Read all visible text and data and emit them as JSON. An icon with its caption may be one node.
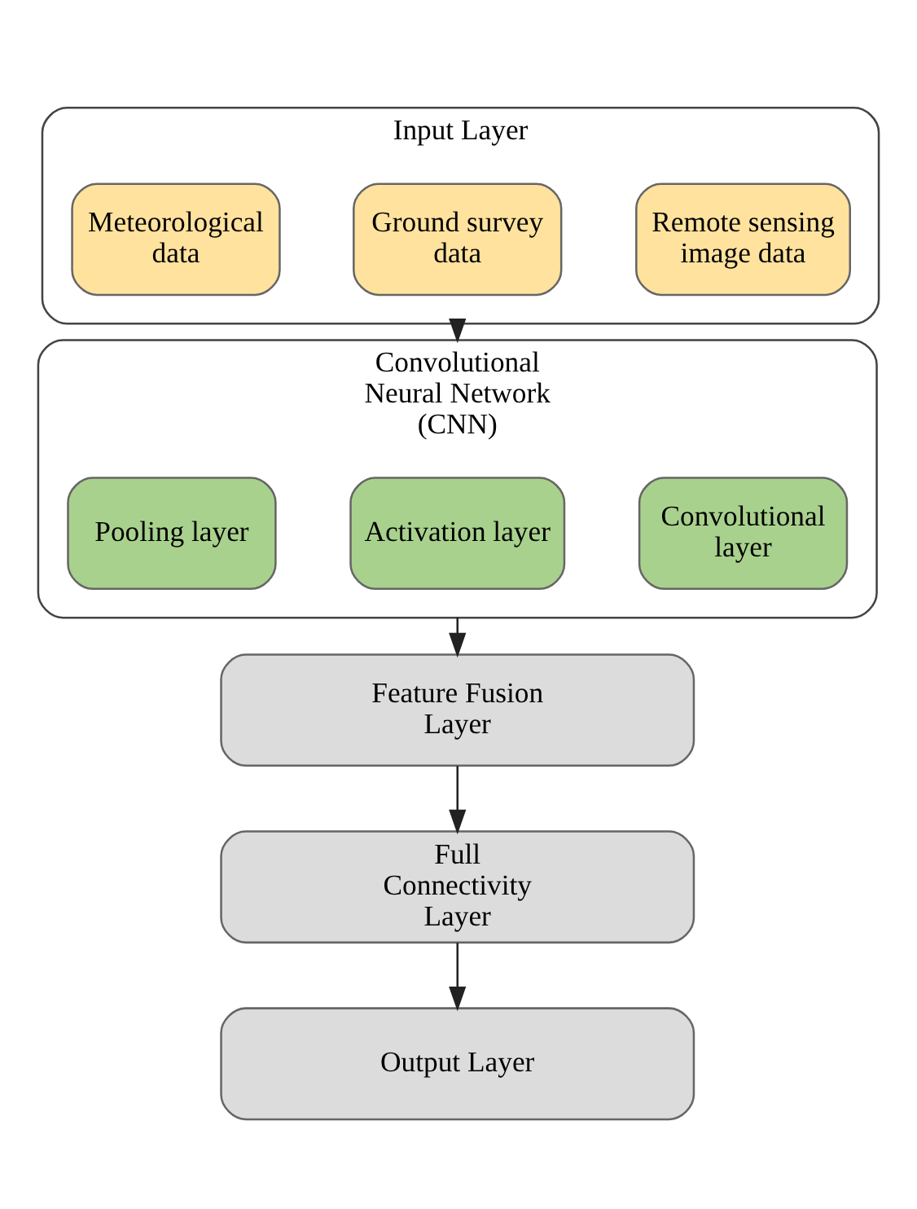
{
  "diagram": {
    "nodes": [
      {
        "text": [
          "Input Layer"
        ]
      },
      {
        "text": [
          "Remote sensing image data"
        ],
        "in": 0
      },
      {
        "text": [
          "Ground survey data"
        ],
        "in": 0
      },
      {
        "text": [
          "Meteorological data"
        ],
        "in": 0
      },
      {
        "text": [
          "Convolutional Neural Network (CNN)"
        ]
      },
      {
        "text": [
          "Convolutional layer"
        ],
        "in": 4
      },
      {
        "text": [
          "Activation layer"
        ],
        "in": 4
      },
      {
        "text": [
          "Pooling layer"
        ],
        "in": 4
      },
      {
        "text": [
          "Feature Fusion Layer"
        ]
      },
      {
        "text": [
          "Full Connectivity Layer"
        ]
      },
      {
        "text": [
          "Output Layer"
        ]
      }
    ],
    "edges": [
      {
        "from": 0,
        "to": 4,
        "arrow": "to"
      },
      {
        "from": 4,
        "to": 8,
        "arrow": "to"
      },
      {
        "from": 8,
        "to": 9,
        "arrow": "to"
      },
      {
        "from": 9,
        "to": 10,
        "arrow": "to"
      }
    ]
  }
}
